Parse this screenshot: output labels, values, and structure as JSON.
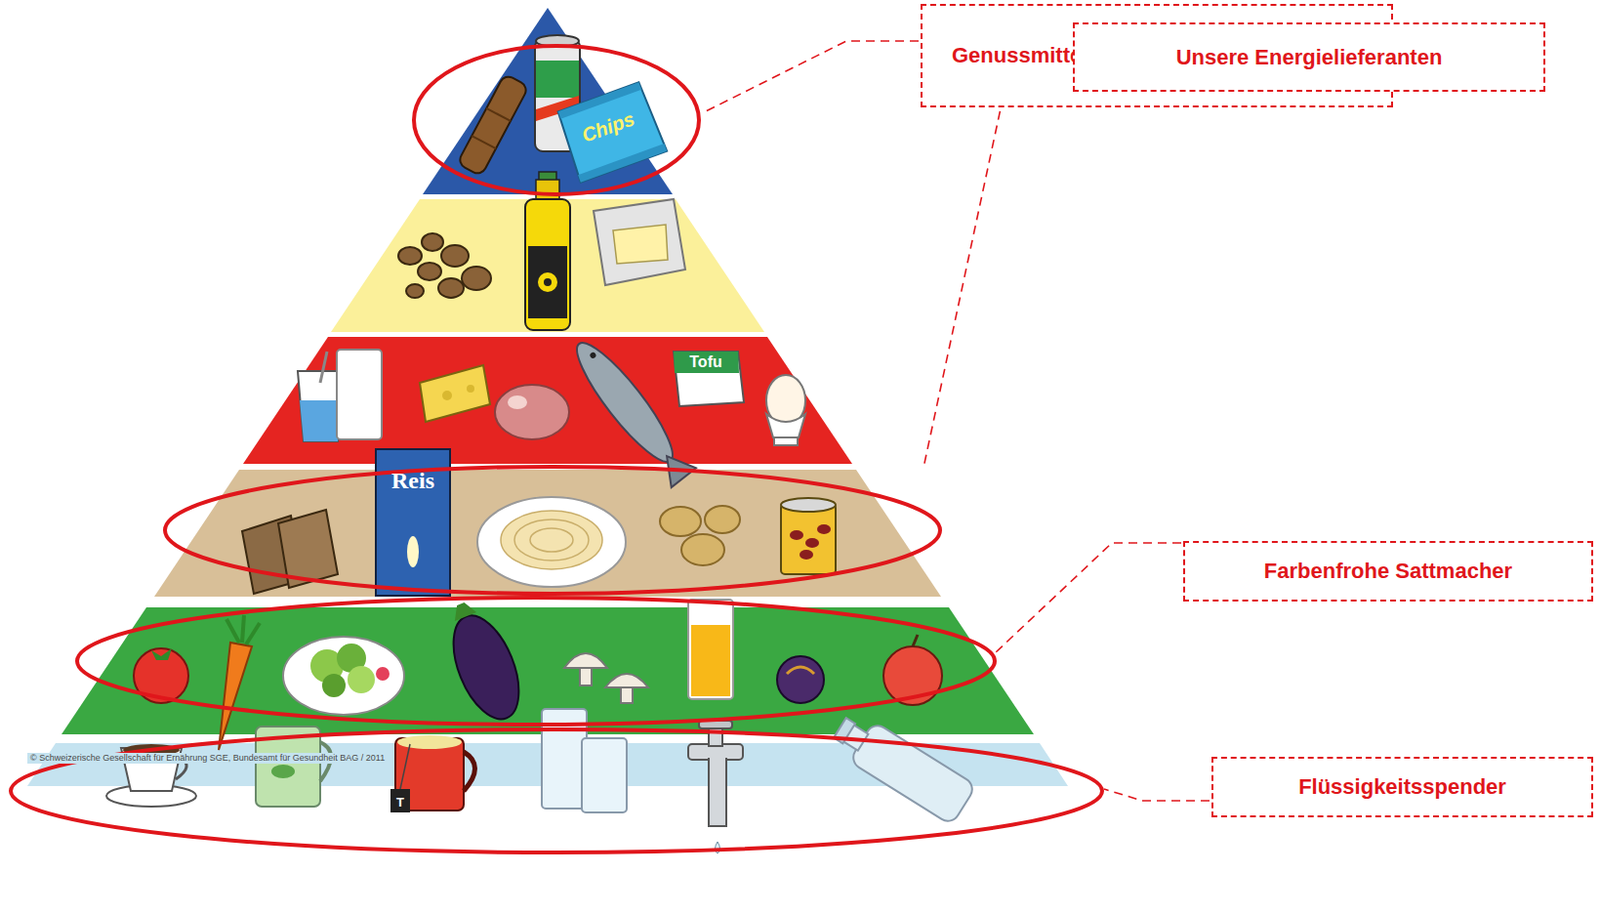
{
  "diagram": {
    "nodes": [
      {
        "text": [
          "Genussmittel: Zucker und Alkohol"
        ]
      },
      {
        "text": [
          "Unsere Energielieferanten"
        ]
      },
      {
        "text": [
          "Farbenfrohe Sattmacher"
        ]
      },
      {
        "text": [
          "Flüssigkeitsspender"
        ]
      }
    ],
    "labels": [
      "Chips",
      "Reis",
      "Tofu",
      "T",
      "© Schweizerische Gesellschaft für Ernährung SGE, Bundesamt für Gesundheit BAG / 2011"
    ]
  }
}
